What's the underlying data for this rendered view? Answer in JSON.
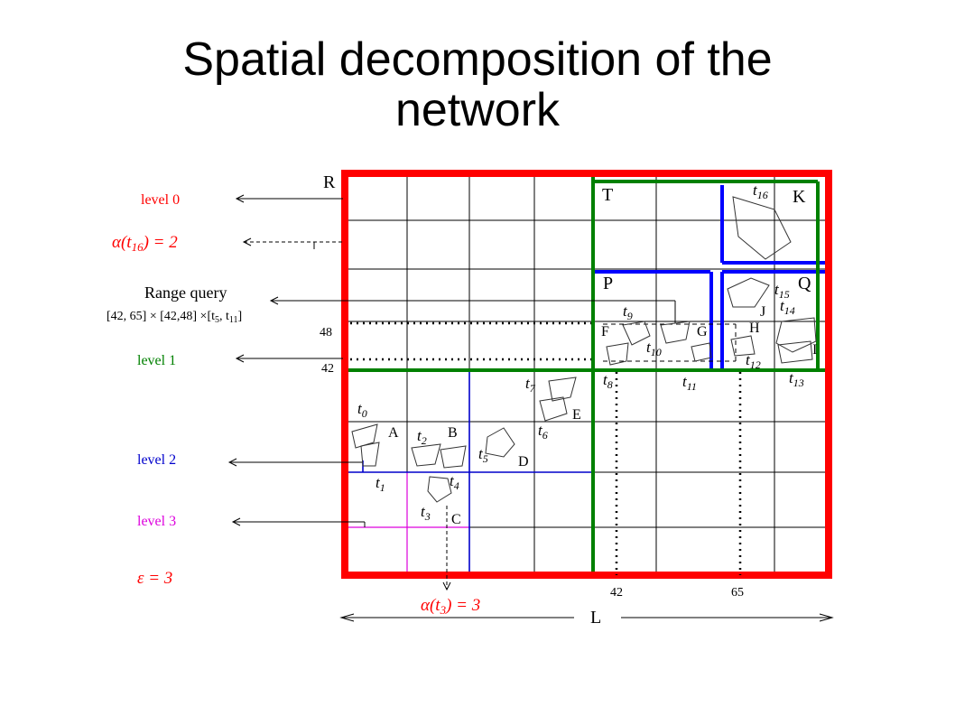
{
  "title": {
    "line1": "Spatial decomposition of the",
    "line2": "network"
  },
  "colors": {
    "level0": "#ff0000",
    "level1": "#008000",
    "level2": "#0000cc",
    "level3": "#dd00dd",
    "text": "#000000",
    "grid": "#000000"
  },
  "left_labels": {
    "level0": "level 0",
    "alpha_t16": "α(t",
    "alpha_t16_sub": "16",
    "alpha_t16_rest": ") = 2",
    "range_query": "Range query",
    "range_expr": "[42, 65] × [42,48] ×[t",
    "range_expr_sub1": "5",
    "range_expr_mid": ", t",
    "range_expr_sub2": "11",
    "range_expr_end": "]",
    "level1": "level 1",
    "y48": "48",
    "y42": "42",
    "level2": "level 2",
    "level3": "level 3",
    "epsilon": "ε = 3"
  },
  "bottom_labels": {
    "x42": "42",
    "x65": "65",
    "alpha_t3": "α(t",
    "alpha_t3_sub": "3",
    "alpha_t3_rest": ") = 3",
    "L": "L"
  },
  "regions": {
    "R": "R",
    "T": "T",
    "K": "K",
    "P": "P",
    "Q": "Q",
    "A": "A",
    "B": "B",
    "C": "C",
    "D": "D",
    "E": "E",
    "F": "F",
    "G": "G",
    "H": "H",
    "I": "I",
    "J": "J"
  },
  "trajectories": {
    "t0": "0",
    "t1": "1",
    "t2": "2",
    "t3": "3",
    "t4": "4",
    "t5": "5",
    "t6": "6",
    "t7": "7",
    "t8": "8",
    "t9": "9",
    "t10": "10",
    "t11": "11",
    "t12": "12",
    "t13": "13",
    "t14": "14",
    "t15": "15",
    "t16": "16"
  },
  "t_letter": "t"
}
